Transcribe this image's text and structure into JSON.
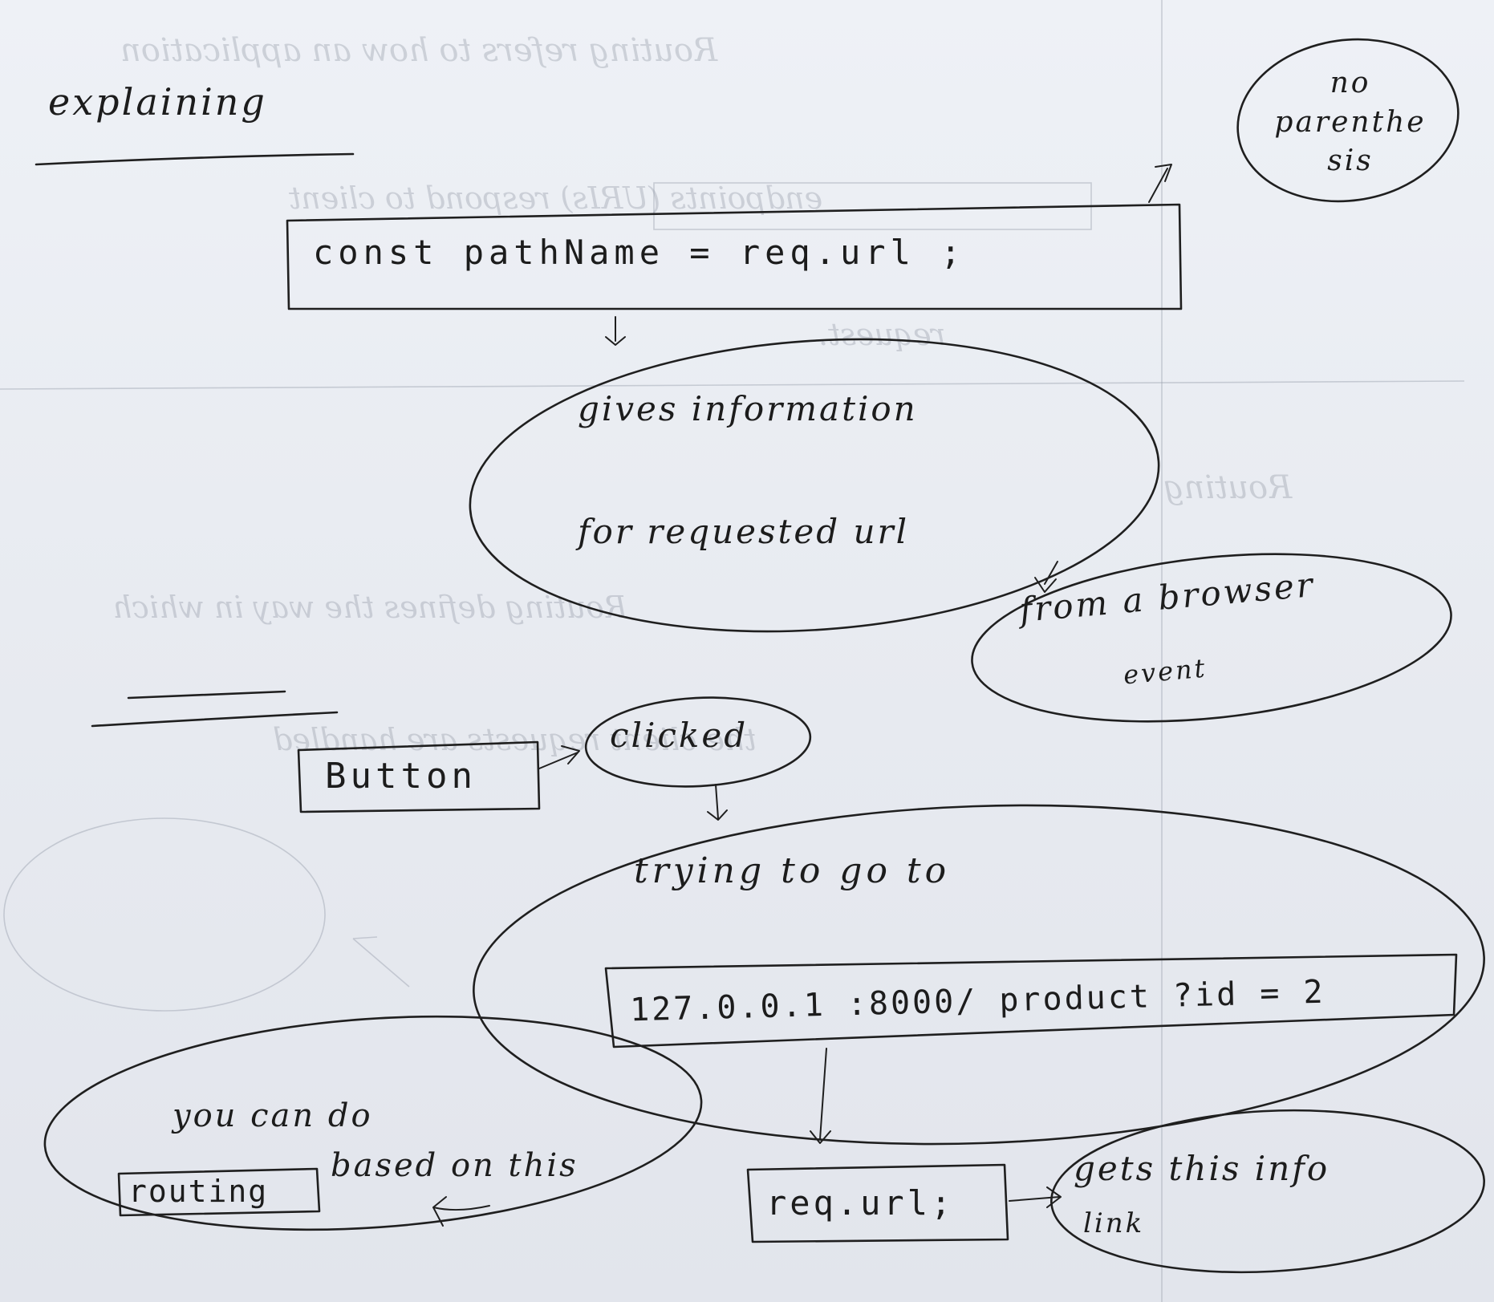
{
  "note": {
    "heading": "explaining",
    "code_line": "const pathName = req.url ;",
    "no_parenthesis": "no parenthe sis",
    "gives_info_1": "gives information",
    "gives_info_2": "for requested url",
    "from_browser_1": "from a browser",
    "from_browser_2": "event",
    "button": "Button",
    "clicked": "clicked",
    "trying": "trying to go to",
    "url": "127.0.0.1 :8000/ product ?id = 2",
    "you_can_do": "you can do",
    "routing": "routing",
    "based_on_this": "based on this",
    "req_url": "req.url;",
    "gets_this_info": "gets this info",
    "link": "link"
  },
  "bleed_through": {
    "line_1": "Routing refers to how an application",
    "line_2": "endpoints (URIs) respond to client",
    "line_3": "request.",
    "line_4": "Routing",
    "line_5": "Routing defines the way in which",
    "line_6": "the client requests are handled"
  }
}
